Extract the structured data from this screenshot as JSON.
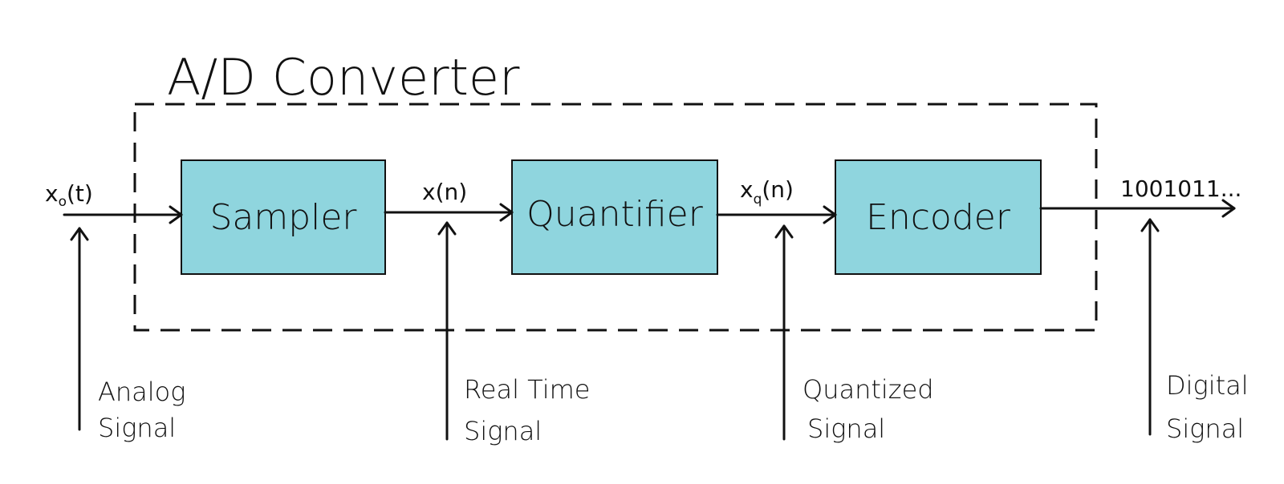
{
  "title": "A/D Converter",
  "colors": {
    "block_fill": "#8FD5DE",
    "stroke": "#111111",
    "background": "#ffffff"
  },
  "blocks": [
    {
      "label": "Sampler"
    },
    {
      "label": "Quantifier"
    },
    {
      "label": "Encoder"
    }
  ],
  "signals": {
    "input": {
      "base": "x",
      "sub": "o",
      "suffix": "(t)"
    },
    "sampled": {
      "text": "x(n)"
    },
    "quantized": {
      "base": "x",
      "sub": "q",
      "suffix": "(n)"
    },
    "output": {
      "text": "1001011..."
    }
  },
  "descriptions": [
    {
      "line1": "Analog",
      "line2": "Signal"
    },
    {
      "line1": "Real Time",
      "line2": "Signal"
    },
    {
      "line1": "Quantized",
      "line2": "Signal"
    },
    {
      "line1": "Digital",
      "line2": "Signal"
    }
  ]
}
